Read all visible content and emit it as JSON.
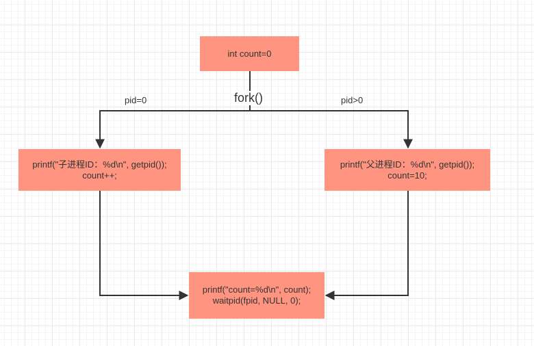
{
  "diagram": {
    "nodes": {
      "init": {
        "text": "int count=0"
      },
      "child": {
        "line1": "printf(\"子进程ID：%d\\n\", getpid());",
        "line2": "count++;"
      },
      "parent": {
        "line1": "printf(\"父进程ID：%d\\n\", getpid());",
        "line2": "count=10;"
      },
      "join": {
        "line1": "printf(\"count=%d\\n\", count);",
        "line2": "waitpid(fpid, NULL, 0);"
      }
    },
    "labels": {
      "fork": "fork()",
      "child_branch": "pid=0",
      "parent_branch": "pid>0"
    },
    "colors": {
      "node_fill": "#ff9580",
      "edge": "#333333"
    }
  }
}
